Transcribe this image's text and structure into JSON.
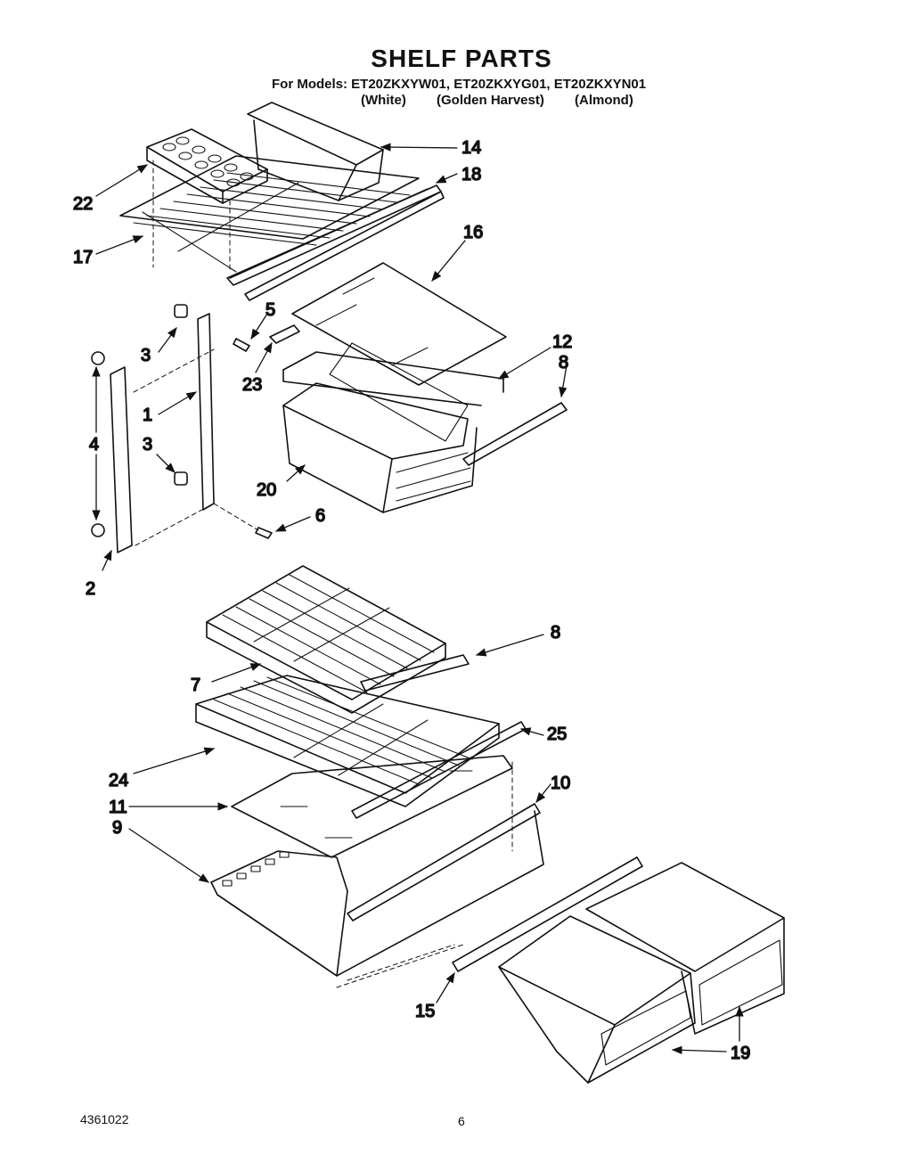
{
  "header": {
    "title": "SHELF PARTS",
    "models_line": "For Models: ET20ZKXYW01, ET20ZKXYG01, ET20ZKXYN01",
    "variants": [
      "(White)",
      "(Golden Harvest)",
      "(Almond)"
    ]
  },
  "callouts": [
    "14",
    "18",
    "22",
    "17",
    "16",
    "5",
    "3",
    "23",
    "12",
    "8",
    "1",
    "4",
    "3",
    "20",
    "6",
    "2",
    "8",
    "7",
    "25",
    "24",
    "10",
    "11",
    "9",
    "15",
    "19"
  ],
  "footer": {
    "doc_number": "4361022",
    "page": "6"
  }
}
